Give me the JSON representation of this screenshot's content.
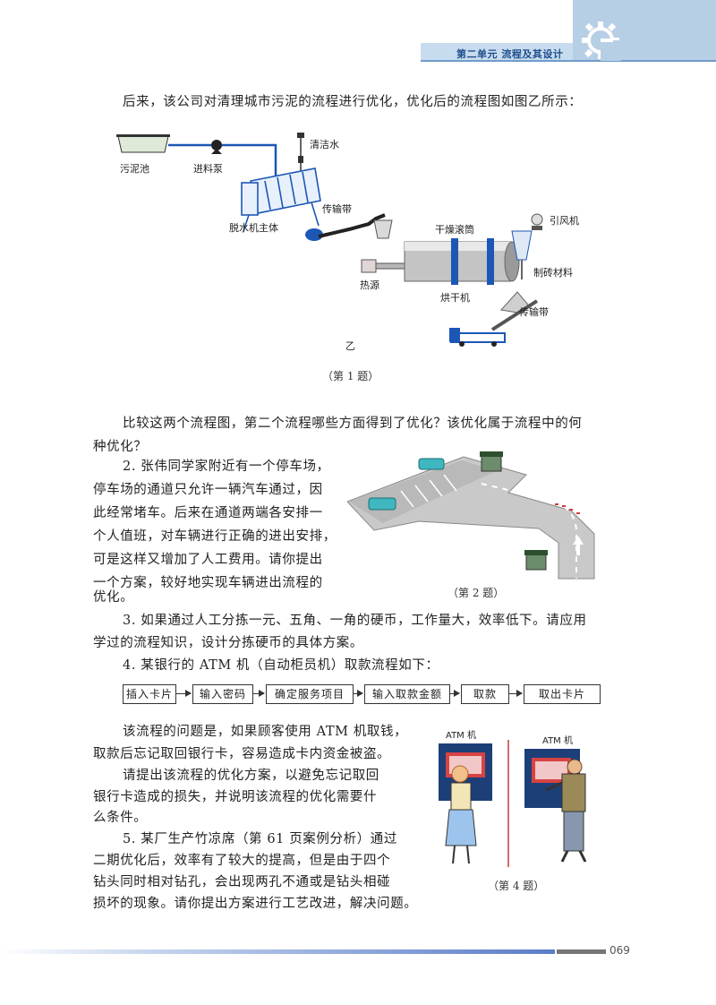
{
  "header": {
    "section": "第二单元 流程及其设计"
  },
  "intro": "后来，该公司对清理城市污泥的流程进行优化，优化后的流程图如图乙所示：",
  "fig1": {
    "labels": {
      "sludge_pool": "污泥池",
      "pump": "进料泵",
      "water": "清洁水",
      "dewater": "脱水机主体",
      "belt1": "传输带",
      "drum": "干燥滚筒",
      "fan": "引风机",
      "brick": "制砖材料",
      "heat": "热源",
      "dryer": "烘干机",
      "belt2": "传输带"
    },
    "sub": "乙",
    "caption": "（第 1 题）"
  },
  "q1": [
    "比较这两个流程图，第二个流程哪些方面得到了优化？该优化属于流程中的何",
    "种优化？"
  ],
  "q2": {
    "lines": [
      "2. 张伟同学家附近有一个停车场，",
      "停车场的通道只允许一辆汽车通过，因",
      "此经常堵车。后来在通道两端各安排一",
      "个人值班，对车辆进行正确的进出安排，",
      "可是这样又增加了人工费用。请你提出",
      "一个方案，较好地实现车辆进出流程的",
      "优化。"
    ],
    "caption": "（第 2 题）"
  },
  "q3": [
    "3. 如果通过人工分拣一元、五角、一角的硬币，工作量大，效率低下。请应用",
    "学过的流程知识，设计分拣硬币的具体方案。"
  ],
  "q4": {
    "title": "4. 某银行的 ATM 机（自动柜员机）取款流程如下：",
    "flow": [
      "插入卡片",
      "输入密码",
      "确定服务项目",
      "输入取款金额",
      "取款",
      "取出卡片"
    ],
    "lines": [
      "该流程的问题是，如果顾客使用 ATM 机取钱，",
      "取款后忘记取回银行卡，容易造成卡内资金被盗。",
      "请提出该流程的优化方案，以避免忘记取回",
      "银行卡造成的损失，并说明该流程的优化需要什",
      "么条件。"
    ],
    "atm_label_left": "ATM 机",
    "atm_label_right": "ATM 机",
    "caption": "（第 4 题）"
  },
  "q5": [
    "5. 某厂生产竹凉席（第 61 页案例分析）通过",
    "二期优化后，效率有了较大的提高，但是由于四个",
    "钻头同时相对钻孔，会出现两孔不通或是钻头相碰",
    "损坏的现象。请你提出方案进行工艺改进，解决问题。"
  ],
  "page_number": "069"
}
